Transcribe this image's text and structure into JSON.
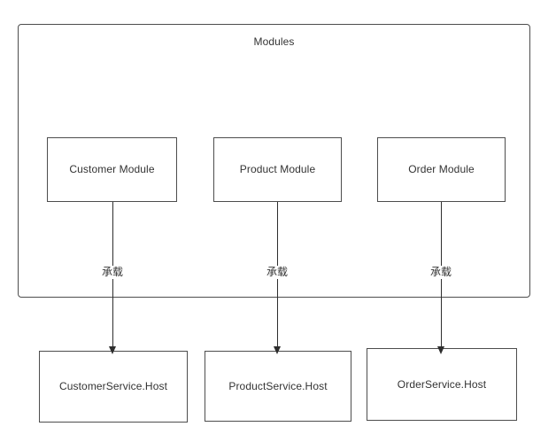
{
  "diagram": {
    "title": "Modules",
    "group": {
      "label": "Modules",
      "shape": "rounded-rectangle"
    },
    "modules": [
      {
        "id": "customer-module",
        "label": "Customer Module"
      },
      {
        "id": "product-module",
        "label": "Product Module"
      },
      {
        "id": "order-module",
        "label": "Order Module"
      }
    ],
    "hosts": [
      {
        "id": "customer-service-host",
        "label": "CustomerService.Host"
      },
      {
        "id": "product-service-host",
        "label": "ProductService.Host"
      },
      {
        "id": "order-service-host",
        "label": "OrderService.Host"
      }
    ],
    "edges": [
      {
        "from": "customer-module",
        "to": "customer-service-host",
        "label": "承载",
        "arrow": "down-filled-triangle"
      },
      {
        "from": "product-module",
        "to": "product-service-host",
        "label": "承载",
        "arrow": "down-filled-triangle"
      },
      {
        "from": "order-module",
        "to": "order-service-host",
        "label": "承载",
        "arrow": "down-filled-triangle"
      }
    ],
    "colors": {
      "stroke": "#4d4d4d",
      "edge_stroke": "#2e2e2e",
      "text": "#333333",
      "background": "#ffffff"
    }
  }
}
